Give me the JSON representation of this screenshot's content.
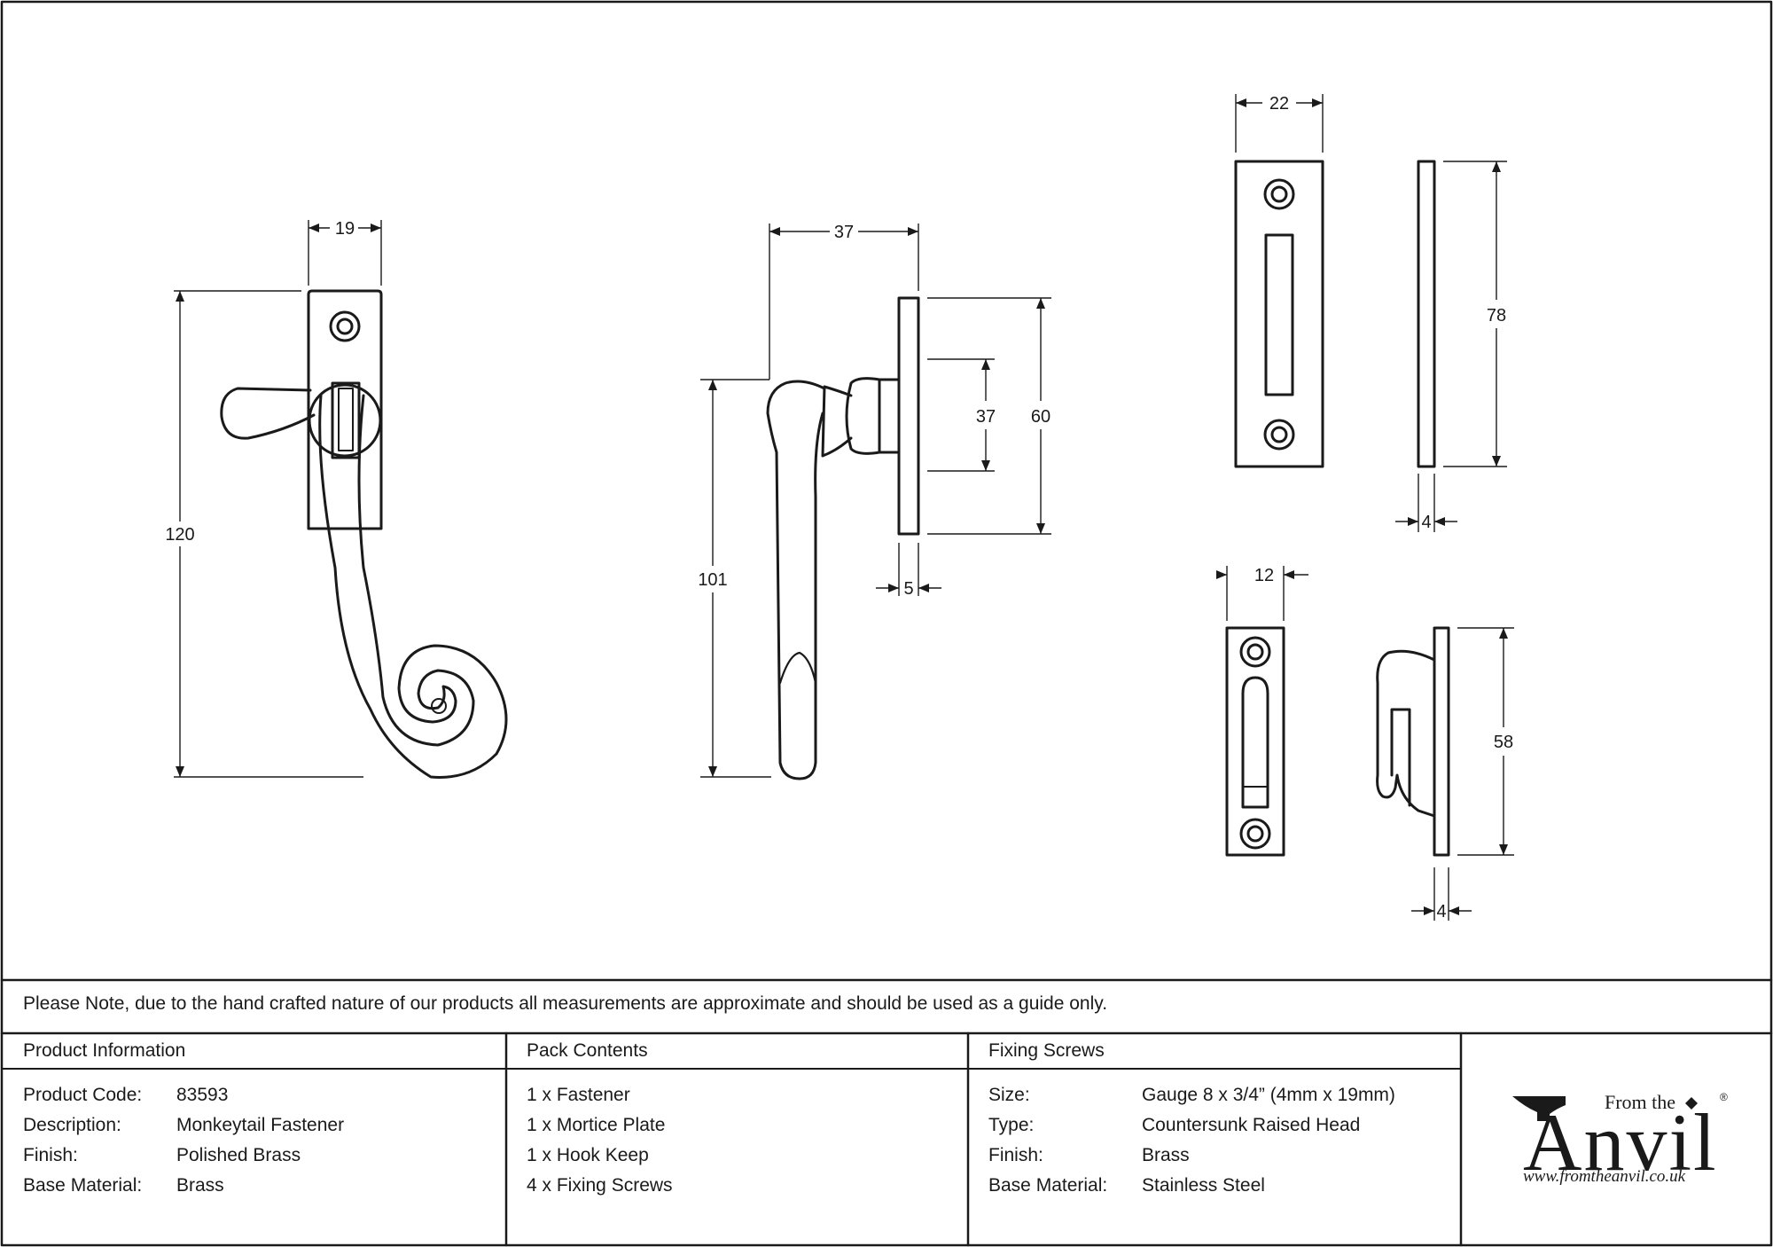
{
  "dimensions": {
    "d19": "19",
    "d120": "120",
    "d37a": "37",
    "d101": "101",
    "d37b": "37",
    "d60": "60",
    "d5": "5",
    "d22": "22",
    "d78": "78",
    "d4a": "4",
    "d12": "12",
    "d58": "58",
    "d4b": "4"
  },
  "note": "Please Note, due to the hand crafted nature of our products all measurements are approximate and should be used as a guide only.",
  "product_info": {
    "heading": "Product Information",
    "rows": [
      {
        "label": "Product Code:",
        "value": "83593"
      },
      {
        "label": "Description:",
        "value": "Monkeytail Fastener"
      },
      {
        "label": "Finish:",
        "value": "Polished Brass"
      },
      {
        "label": "Base Material:",
        "value": "Brass"
      }
    ]
  },
  "pack_contents": {
    "heading": "Pack Contents",
    "items": [
      "1 x Fastener",
      "1 x Mortice Plate",
      "1 x Hook Keep",
      "4 x Fixing Screws"
    ]
  },
  "fixing_screws": {
    "heading": "Fixing Screws",
    "rows": [
      {
        "label": "Size:",
        "value": "Gauge 8 x 3/4” (4mm x 19mm)"
      },
      {
        "label": "Type:",
        "value": "Countersunk Raised Head"
      },
      {
        "label": "Finish:",
        "value": "Brass"
      },
      {
        "label": "Base Material:",
        "value": "Stainless Steel"
      }
    ]
  },
  "logo": {
    "from_text": "From the",
    "brand_text": "Anvil",
    "registered": "®",
    "url_text": "www.fromtheanvil.co.uk"
  }
}
